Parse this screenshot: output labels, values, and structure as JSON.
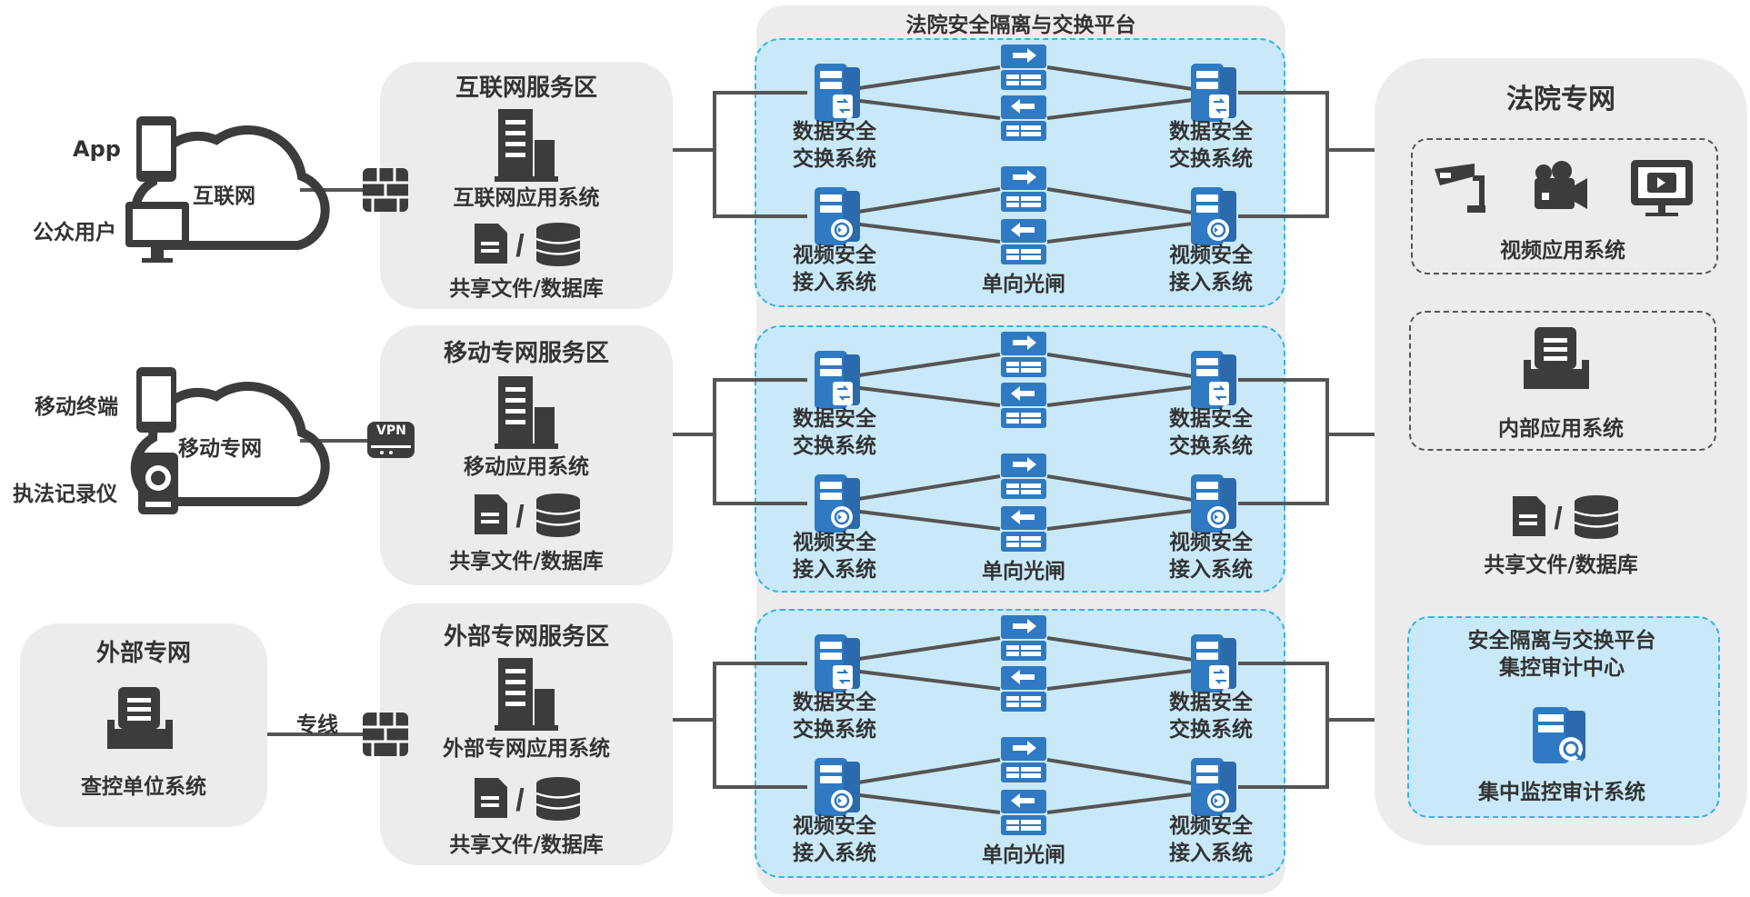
{
  "platform_title": "法院安全隔离与交换平台",
  "left_clients": {
    "app": "App",
    "internet": "互联网",
    "public_users": "公众用户",
    "mobile_terminal": "移动终端",
    "mobile_net": "移动专网",
    "recorder": "执法记录仪",
    "vpn": "VPN",
    "leased_line": "专线"
  },
  "external_net": {
    "title": "外部专网",
    "system": "查控单位系统"
  },
  "zones": [
    {
      "title": "互联网服务区",
      "app": "互联网应用系统",
      "shared": "共享文件/数据库"
    },
    {
      "title": "移动专网服务区",
      "app": "移动应用系统",
      "shared": "共享文件/数据库"
    },
    {
      "title": "外部专网服务区",
      "app": "外部专网应用系统",
      "shared": "共享文件/数据库"
    }
  ],
  "exchange": {
    "data_sys": "数据安全\n交换系统",
    "video_sys": "视频安全\n接入系统",
    "gap": "单向光闸"
  },
  "court_net": {
    "title": "法院专网",
    "video_app": "视频应用系统",
    "internal_app": "内部应用系统",
    "shared": "共享文件/数据库",
    "audit_center": "安全隔离与交换平台\n集控审计中心",
    "audit_system": "集中监控审计系统"
  },
  "colors": {
    "blue_icon": "#2f7ac2",
    "dark_icon": "#3c3c3c",
    "zone_bg": "#ececec",
    "platform_bg": "#c9e9f8",
    "dash_blue": "#35b4e3"
  }
}
